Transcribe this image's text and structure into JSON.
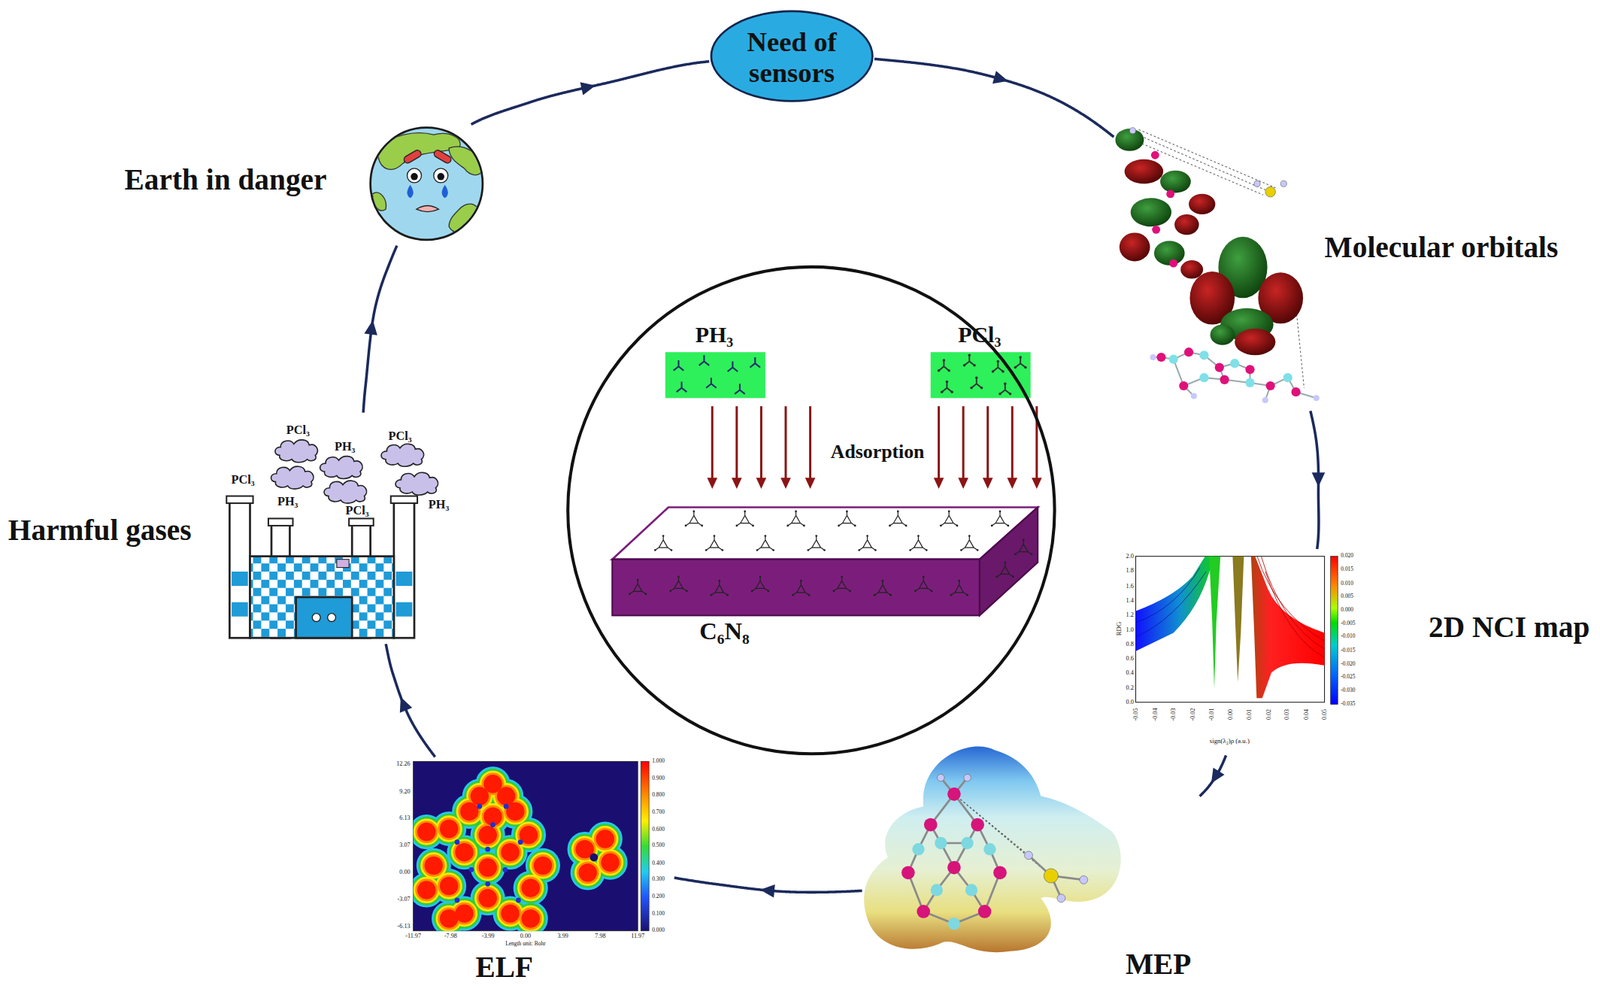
{
  "diagram": {
    "nodes": [
      {
        "text": [
          "Need of sensors"
        ]
      },
      {
        "text": [
          "Molecular orbitals"
        ]
      },
      {
        "text": [
          "2D NCI map"
        ]
      },
      {
        "text": [
          "MEP"
        ]
      },
      {
        "text": [
          "ELF"
        ]
      },
      {
        "text": [
          "Harmful gases"
        ]
      },
      {
        "text": [
          "Earth in danger"
        ]
      },
      {
        "text": [
          "Adsorption"
        ]
      },
      {
        "text": [
          "PH₃"
        ],
        "in": 7
      },
      {
        "text": [
          "PCl₃"
        ],
        "in": 7
      },
      {
        "text": [
          "C₆N₈"
        ],
        "in": 7
      }
    ],
    "edges": [
      {
        "from": 0,
        "to": 1,
        "arrow": "to"
      },
      {
        "from": 1,
        "to": 2,
        "arrow": "to"
      },
      {
        "from": 2,
        "to": 3,
        "arrow": "to"
      },
      {
        "from": 3,
        "to": 4,
        "arrow": "to"
      },
      {
        "from": 4,
        "to": 5,
        "arrow": "to"
      },
      {
        "from": 5,
        "to": 6,
        "arrow": "to"
      },
      {
        "from": 6,
        "to": 0,
        "arrow": "to"
      },
      {
        "from": 8,
        "to": 10,
        "arrow": "to"
      },
      {
        "from": 9,
        "to": 10,
        "arrow": "to"
      }
    ],
    "labels": [
      "PCl₃",
      "PCl₃",
      "PH₃",
      "PCl₃",
      "PH₃",
      "PH₃",
      "PCl₃",
      "2.0",
      "1.8",
      "1.6",
      "1.4",
      "1.2",
      "1.0",
      "0.8",
      "0.6",
      "0.4",
      "0.2",
      "0.0",
      "RDG",
      "-0.05",
      "-0.04",
      "-0.03",
      "-0.02",
      "-0.01",
      "0.00",
      "0.01",
      "0.02",
      "0.03",
      "0.04",
      "0.05",
      "sign(λ₂)ρ (a.u.)",
      "0.020",
      "0.015",
      "0.010",
      "0.005",
      "0.000",
      "-0.005",
      "-0.010",
      "-0.015",
      "-0.020",
      "-0.025",
      "-0.030",
      "-0.035",
      "12.26",
      "9.20",
      "6.13",
      "3.07",
      "0.00",
      "-3.07",
      "-6.13",
      "-11.97",
      "-7.98",
      "-3.99",
      "0.00",
      "3.99",
      "7.98",
      "11.97",
      "Length unit: Bohr",
      "1.000",
      "0.900",
      "0.800",
      "0.700",
      "0.600",
      "0.500",
      "0.400",
      "0.300",
      "0.200",
      "0.100",
      "0.000"
    ]
  }
}
